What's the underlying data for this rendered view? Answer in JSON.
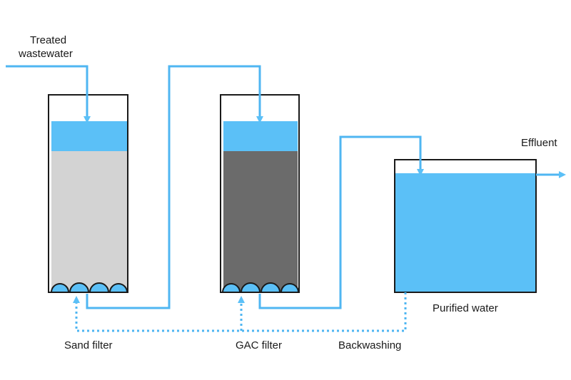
{
  "labels": {
    "inlet_line1": "Treated",
    "inlet_line2": "wastewater",
    "effluent": "Effluent",
    "purified_water": "Purified water",
    "sand_filter": "Sand filter",
    "gac_filter": "GAC filter",
    "backwashing": "Backwashing"
  },
  "colors": {
    "water": "#5bc0f7",
    "water_line": "#4fb6f2",
    "sand_media": "#d3d3d3",
    "gac_media": "#6b6b6b",
    "outline": "#1a1a1a",
    "background": "#ffffff"
  }
}
